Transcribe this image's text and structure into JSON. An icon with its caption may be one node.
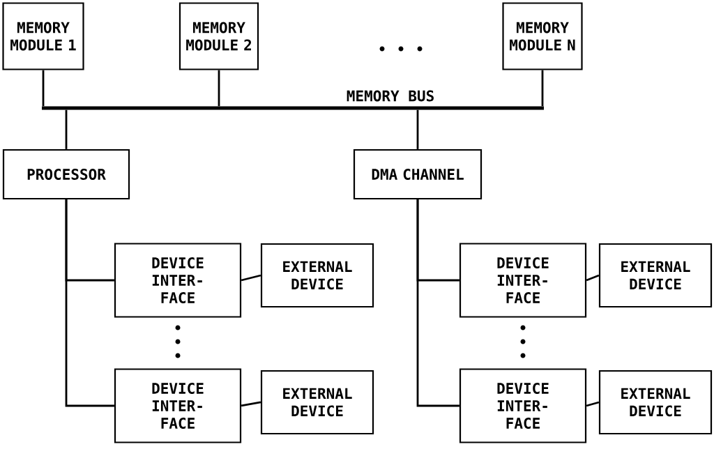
{
  "diagram": {
    "nodes": [
      {
        "text": [
          "MEMORY MODULE 1"
        ]
      },
      {
        "text": [
          "MEMORY MODULE 2"
        ]
      },
      {
        "text": [
          "MEMORY MODULE N"
        ]
      },
      {
        "text": [],
        "shape": "bar",
        "beside": [
          "MEMORY BUS"
        ]
      },
      {
        "text": [
          "PROCESSOR"
        ]
      },
      {
        "text": [
          "DMA CHANNEL"
        ]
      },
      {
        "text": [
          "DEVICE INTER- FACE"
        ]
      },
      {
        "text": [
          "EXTERNAL DEVICE"
        ]
      },
      {
        "text": [
          "DEVICE INTER- FACE"
        ]
      },
      {
        "text": [
          "EXTERNAL DEVICE"
        ]
      },
      {
        "text": [
          "DEVICE INTER- FACE"
        ]
      },
      {
        "text": [
          "EXTERNAL DEVICE"
        ]
      },
      {
        "text": [
          "DEVICE INTER- FACE"
        ]
      },
      {
        "text": [
          "EXTERNAL DEVICE"
        ]
      }
    ],
    "edges": [
      {
        "from": 0,
        "to": 3,
        "arrow": "none"
      },
      {
        "from": 1,
        "to": 3,
        "arrow": "none"
      },
      {
        "from": 2,
        "to": 3,
        "arrow": "none"
      },
      {
        "from": 3,
        "to": 4,
        "arrow": "none"
      },
      {
        "from": 3,
        "to": 5,
        "arrow": "none"
      },
      {
        "from": 4,
        "to": 6,
        "arrow": "none"
      },
      {
        "from": 4,
        "to": 8,
        "arrow": "none"
      },
      {
        "from": 6,
        "to": 7,
        "arrow": "none"
      },
      {
        "from": 8,
        "to": 9,
        "arrow": "none"
      },
      {
        "from": 5,
        "to": 10,
        "arrow": "none"
      },
      {
        "from": 5,
        "to": 12,
        "arrow": "none"
      },
      {
        "from": 10,
        "to": 11,
        "arrow": "none"
      },
      {
        "from": 12,
        "to": 13,
        "arrow": "none"
      }
    ]
  }
}
